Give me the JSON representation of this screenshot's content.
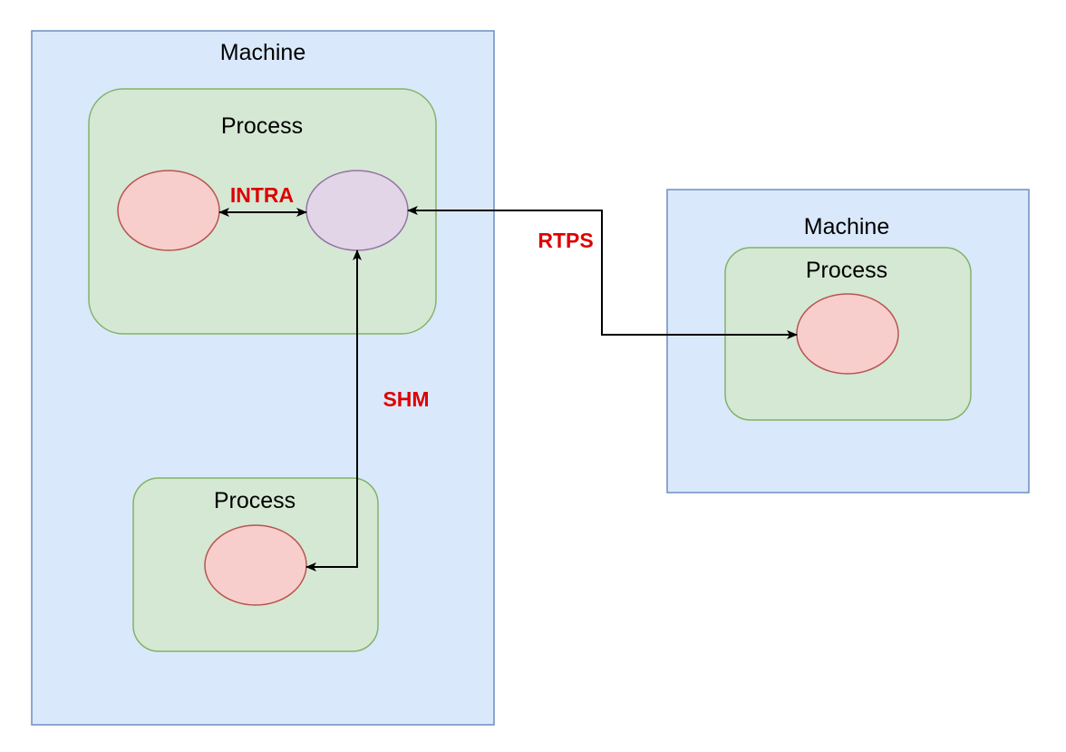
{
  "diagram": {
    "machines": [
      {
        "id": "machine-1",
        "label": "Machine"
      },
      {
        "id": "machine-2",
        "label": "Machine"
      }
    ],
    "processes": [
      {
        "id": "process-1",
        "label": "Process"
      },
      {
        "id": "process-2",
        "label": "Process"
      },
      {
        "id": "process-3",
        "label": "Process"
      }
    ],
    "edges": [
      {
        "id": "intra",
        "label": "INTRA",
        "direction": "bidirectional"
      },
      {
        "id": "shm",
        "label": "SHM",
        "direction": "bidirectional"
      },
      {
        "id": "rtps",
        "label": "RTPS",
        "direction": "bidirectional"
      }
    ],
    "colors": {
      "machine_fill": "#dae8fc",
      "machine_stroke": "#6c8ebf",
      "process_fill": "#d5e8d4",
      "process_stroke": "#82b366",
      "node_red_fill": "#f8cecc",
      "node_red_stroke": "#b85450",
      "node_purple_fill": "#e1d5e7",
      "node_purple_stroke": "#9673a6",
      "edge_stroke": "#000000",
      "edge_label": "#dd0000"
    }
  }
}
